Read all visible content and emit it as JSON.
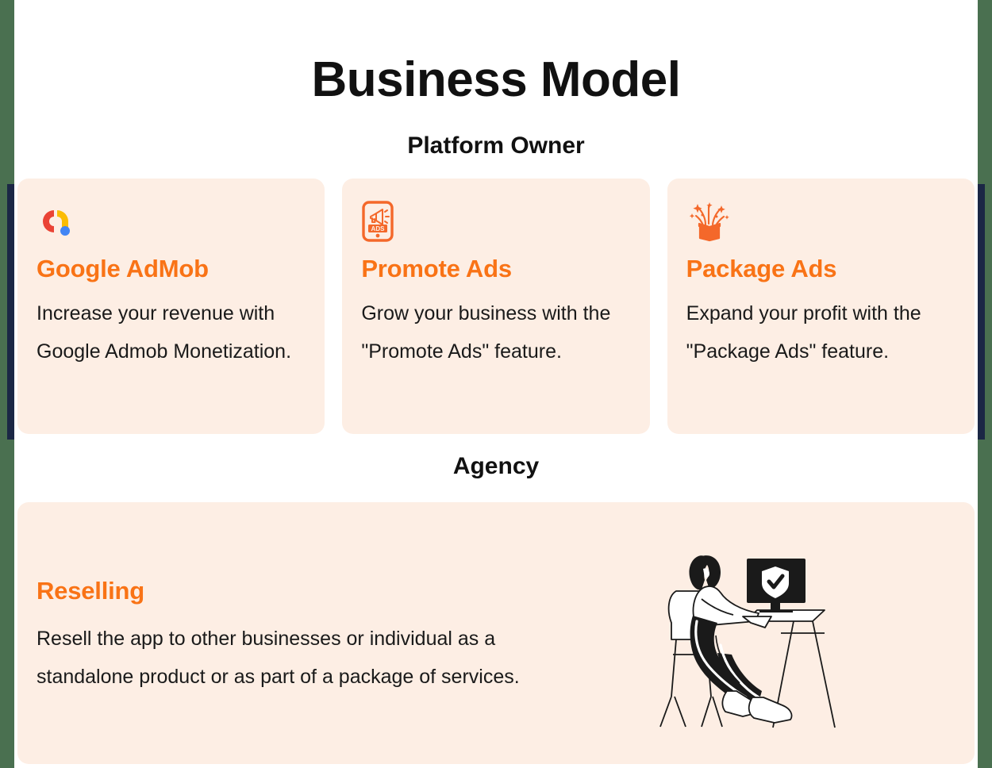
{
  "page": {
    "title": "Business Model",
    "accent_color": "#f97316",
    "card_bg": "#fdeee4",
    "page_bg": "#4a7050",
    "edge_strip_color": "#1b2745"
  },
  "sections": [
    {
      "label": "Platform Owner"
    },
    {
      "label": "Agency"
    }
  ],
  "platform_owner_cards": [
    {
      "icon": "google-admob-logo-icon",
      "title": "Google AdMob",
      "description": "Increase your revenue with Google Admob Monetization."
    },
    {
      "icon": "phone-megaphone-ads-icon",
      "title": "Promote Ads",
      "description": "Grow your business with the \"Promote Ads\" feature."
    },
    {
      "icon": "open-box-sparkles-icon",
      "title": "Package Ads",
      "description": "Expand your profit with the \"Package Ads\" feature."
    }
  ],
  "agency_card": {
    "title": "Reselling",
    "description": "Resell the app to other businesses or individual as a standalone product or as part of a package of services.",
    "illustration": "person-at-desk-with-shield-monitor-illustration"
  }
}
